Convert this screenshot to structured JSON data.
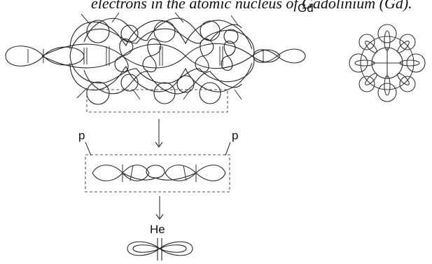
{
  "caption": "electrons in the atomic nucleus of Gadolinium (Gd).",
  "labels": {
    "element_gd": "Gd",
    "proton_left": "p",
    "proton_right": "p",
    "element_he": "He"
  }
}
